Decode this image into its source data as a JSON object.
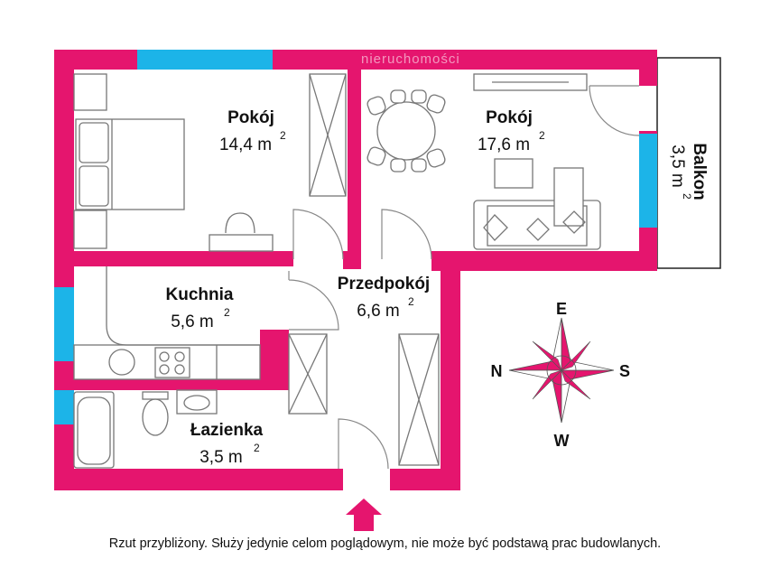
{
  "watermark": "nieruchomości",
  "colors": {
    "wall": "#E5156E",
    "window": "#1CB4E8",
    "furniture": "#777777"
  },
  "rooms": [
    {
      "id": "pokoj-1",
      "name": "Pokój",
      "area": "14,4 m",
      "unit_sup": "2"
    },
    {
      "id": "pokoj-2",
      "name": "Pokój",
      "area": "17,6 m",
      "unit_sup": "2"
    },
    {
      "id": "kuchnia",
      "name": "Kuchnia",
      "area": "5,6 m",
      "unit_sup": "2"
    },
    {
      "id": "przedpokoj",
      "name": "Przedpokój",
      "area": "6,6 m",
      "unit_sup": "2"
    },
    {
      "id": "lazienka",
      "name": "Łazienka",
      "area": "3,5 m",
      "unit_sup": "2"
    }
  ],
  "balcony": {
    "name": "Balkon",
    "area": "3,5 m",
    "unit_sup": "2"
  },
  "compass": {
    "north": "N",
    "south": "S",
    "east": "E",
    "west": "W"
  },
  "entrance_icon": "entrance-arrow-icon",
  "disclaimer": "Rzut przybliżony. Służy jedynie celom poglądowym, nie może być podstawą prac budowlanych."
}
